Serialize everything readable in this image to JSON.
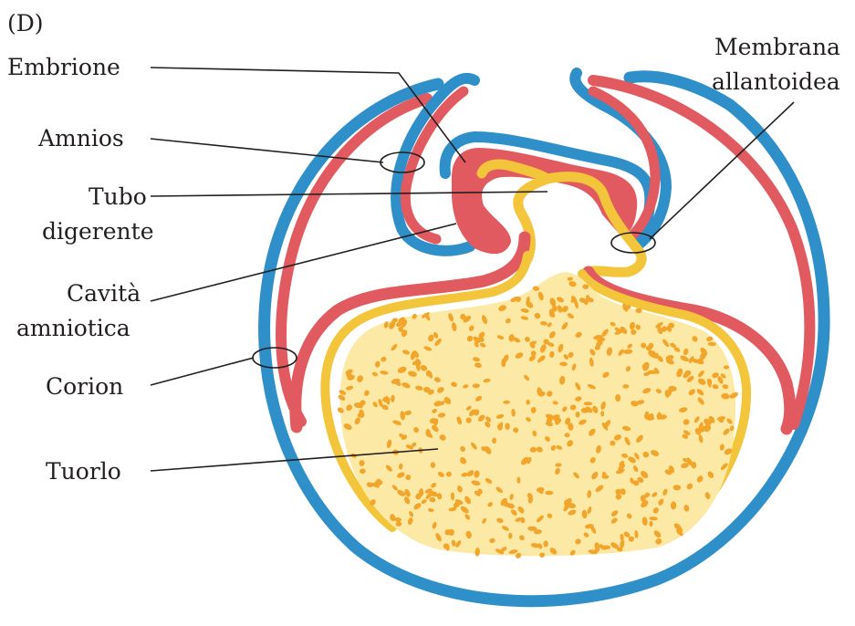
{
  "panel_label": "(D)",
  "labels": {
    "embrione": "Embrione",
    "amnios": "Amnios",
    "tubo_line1": "Tubo",
    "tubo_line2": "digerente",
    "cavita_line1": "Cavità",
    "cavita_line2": "amniotica",
    "corion": "Corion",
    "tuorlo": "Tuorlo",
    "membrana_line1": "Membrana",
    "membrana_line2": "allantoidea"
  },
  "colors": {
    "chorion_blue": "#2f8fc8",
    "mesoderm_red": "#e05a5f",
    "endoderm_yellow": "#f3c53a",
    "yolk_fill": "#fde9a6",
    "yolk_dots": "#f2a52b",
    "text": "#231f20"
  }
}
